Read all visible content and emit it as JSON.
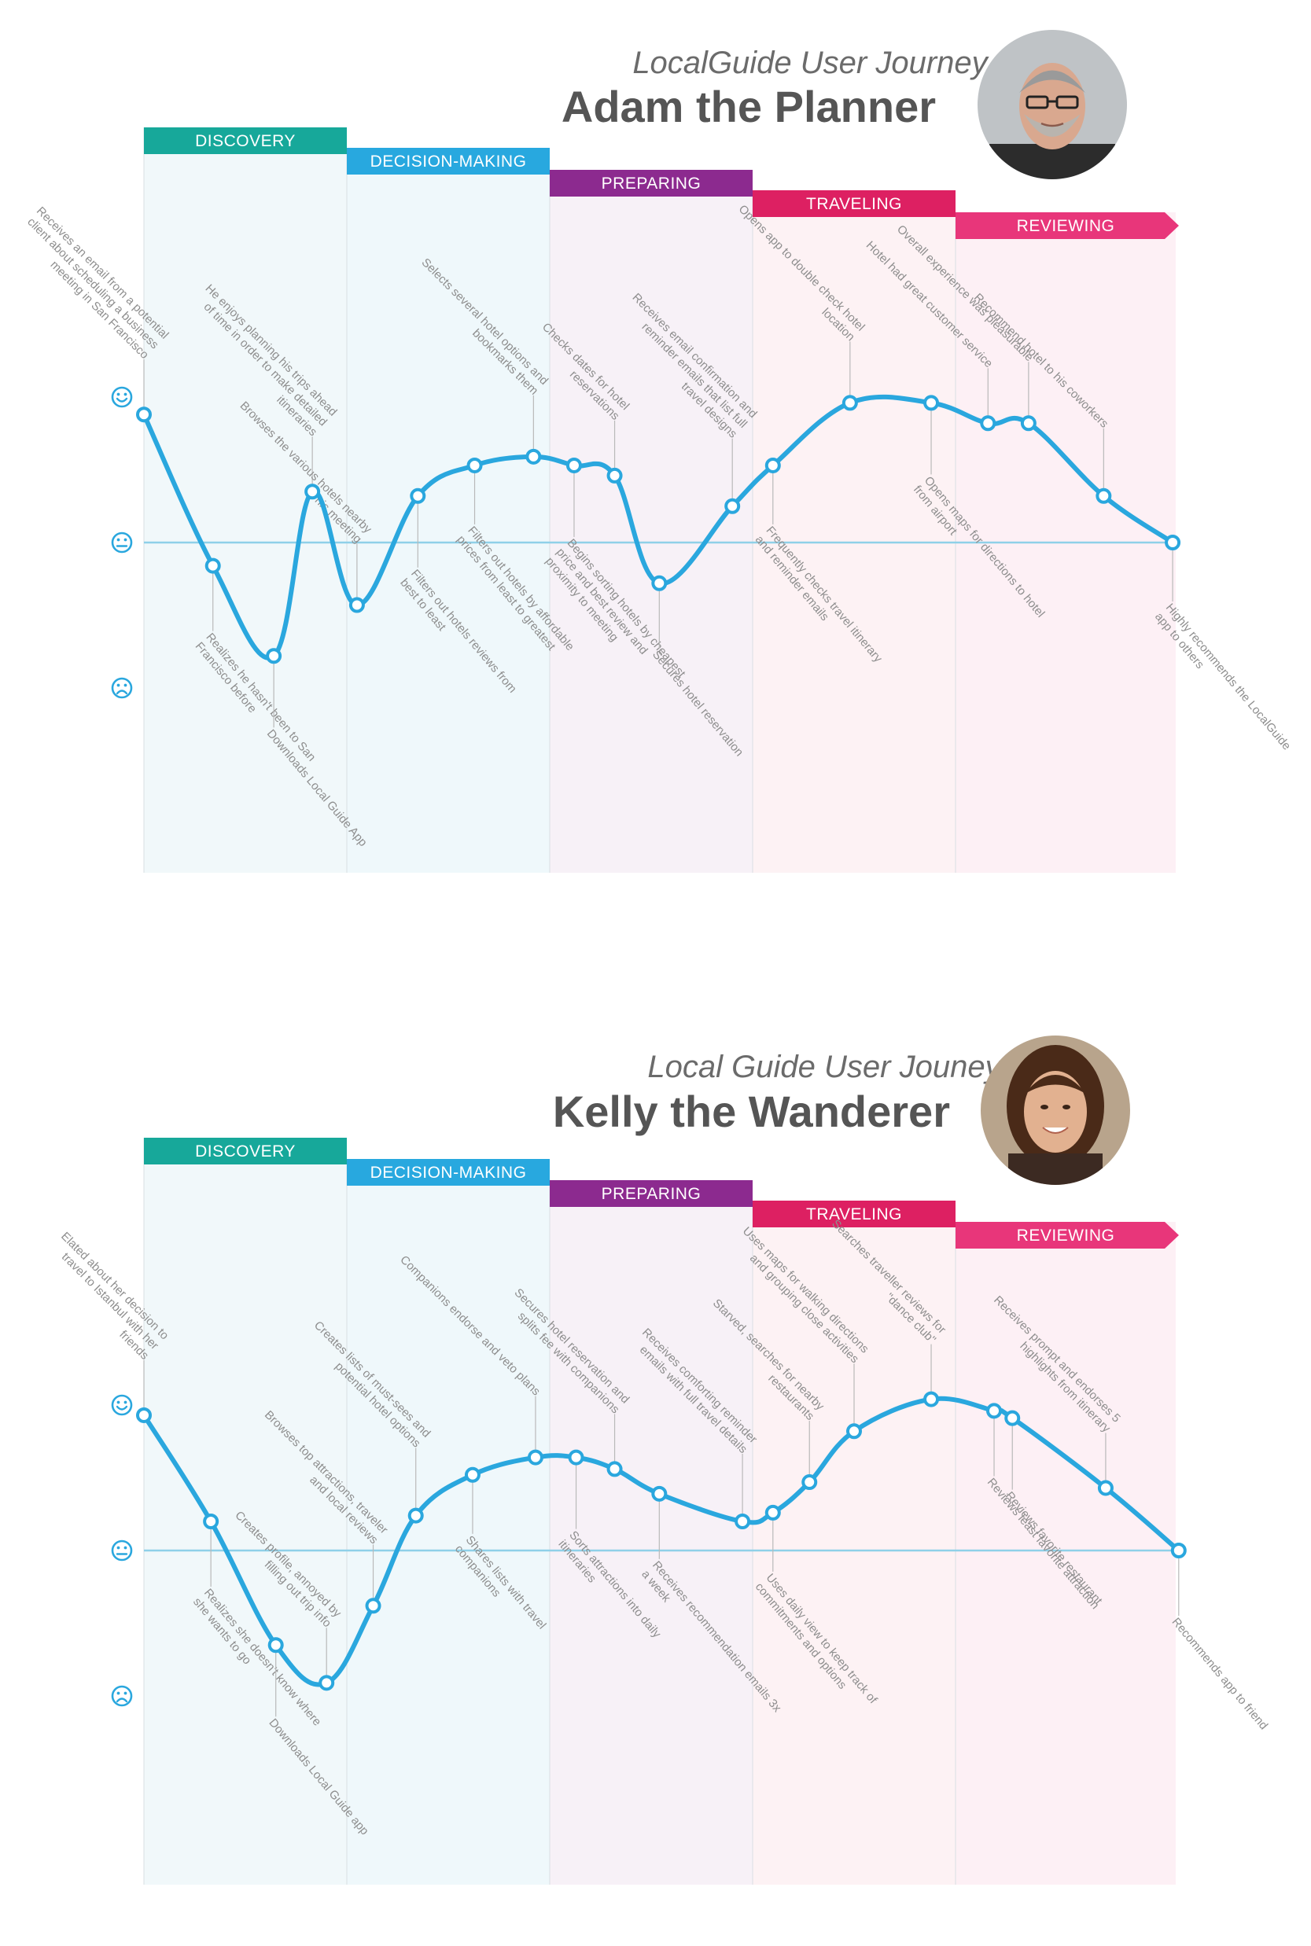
{
  "journeys": [
    {
      "id": "adam",
      "subtitle": "LocalGuide User Journey",
      "title": "Adam the Planner",
      "avatar": "male-avatar",
      "stages": [
        "DISCOVERY",
        "DECISION-MAKING",
        "PREPARING",
        "TRAVELING",
        "REVIEWING"
      ],
      "points": [
        {
          "x": 0.0,
          "mood": 0.88,
          "note": "Receives an email from a potential client about scheduling a business meeting in San Francisco",
          "side": "above"
        },
        {
          "x": 0.34,
          "mood": -0.16,
          "note": "Realizes he hasn't been to San Francisco before",
          "side": "below"
        },
        {
          "x": 0.64,
          "mood": -0.78,
          "note": "Downloads Local Guide App",
          "side": "below"
        },
        {
          "x": 0.83,
          "mood": 0.35,
          "note": "He enjoys planning his trips ahead of time in order to make detailed itineraries",
          "side": "above"
        },
        {
          "x": 1.05,
          "mood": -0.43,
          "note": "Browses the various hotels nearby his meeting",
          "side": "above"
        },
        {
          "x": 1.35,
          "mood": 0.32,
          "note": "Filters out hotels reviews from best to least",
          "side": "below"
        },
        {
          "x": 1.63,
          "mood": 0.53,
          "note": "Filters out hotels by affordable prices from least to greatest",
          "side": "below"
        },
        {
          "x": 1.92,
          "mood": 0.59,
          "note": "Selects several hotel options and bookmarks them",
          "side": "above"
        },
        {
          "x": 2.12,
          "mood": 0.53,
          "note": "Begins sorting hotels by cheapest price and best review and proximity to meeting",
          "side": "below"
        },
        {
          "x": 2.32,
          "mood": 0.46,
          "note": "Checks dates for hotel reservations",
          "side": "above"
        },
        {
          "x": 2.54,
          "mood": -0.28,
          "note": "Secures hotel reservation",
          "side": "below"
        },
        {
          "x": 2.9,
          "mood": 0.25,
          "note": "Receives email confirmation and reminder emails that list full travel designs",
          "side": "above"
        },
        {
          "x": 3.1,
          "mood": 0.53,
          "note": "Frequently checks travel itinerary and reminder emails",
          "side": "below"
        },
        {
          "x": 3.48,
          "mood": 0.96,
          "note": "Opens app to double check hotel location",
          "side": "above"
        },
        {
          "x": 3.88,
          "mood": 0.96,
          "note": "Opens maps for directions to hotel from airport",
          "side": "below"
        },
        {
          "x": 4.16,
          "mood": 0.82,
          "note": "Hotel had great customer service",
          "side": "above"
        },
        {
          "x": 4.36,
          "mood": 0.82,
          "note": "Overall experience was pleasurable",
          "side": "above"
        },
        {
          "x": 4.73,
          "mood": 0.32,
          "note": "Recommend hotel to his coworkers",
          "side": "above"
        },
        {
          "x": 5.07,
          "mood": 0.0,
          "note": "Highly recommends the LocalGuide app to others",
          "side": "below"
        }
      ]
    },
    {
      "id": "kelly",
      "subtitle": "Local Guide User Jouney",
      "title": "Kelly the Wanderer",
      "avatar": "female-avatar",
      "stages": [
        "DISCOVERY",
        "DECISION-MAKING",
        "PREPARING",
        "TRAVELING",
        "REVIEWING"
      ],
      "points": [
        {
          "x": 0.0,
          "mood": 0.93,
          "note": "Elated about her decision to travel to Istanbul with her friends",
          "side": "above"
        },
        {
          "x": 0.33,
          "mood": 0.2,
          "note": "Realizes she doesn't know where she wants to go",
          "side": "below"
        },
        {
          "x": 0.65,
          "mood": -0.65,
          "note": "Downloads Local Guide app",
          "side": "below"
        },
        {
          "x": 0.9,
          "mood": -0.91,
          "note": "Creates profile, annoyed by filling out trip info",
          "side": "above"
        },
        {
          "x": 1.13,
          "mood": -0.38,
          "note": "Browses top attractions, traveler and local reviews",
          "side": "above"
        },
        {
          "x": 1.34,
          "mood": 0.24,
          "note": "Creates lists of must-sees and potential hotel options",
          "side": "above"
        },
        {
          "x": 1.62,
          "mood": 0.52,
          "note": "Shares lists with travel companions",
          "side": "below"
        },
        {
          "x": 1.93,
          "mood": 0.64,
          "note": "Companions endorse and veto plans",
          "side": "above"
        },
        {
          "x": 2.13,
          "mood": 0.64,
          "note": "Sorts attractions into daily itineraries",
          "side": "below"
        },
        {
          "x": 2.32,
          "mood": 0.56,
          "note": "Secures hotel reservation and splits fee with companions",
          "side": "above"
        },
        {
          "x": 2.54,
          "mood": 0.39,
          "note": "Receives recommendation emails 3x a week",
          "side": "below"
        },
        {
          "x": 2.95,
          "mood": 0.2,
          "note": "Receives comforting reminder emails with full travel details",
          "side": "above"
        },
        {
          "x": 3.1,
          "mood": 0.26,
          "note": "Uses daily view to keep track of commitments and options",
          "side": "below"
        },
        {
          "x": 3.28,
          "mood": 0.47,
          "note": "Starved, searches for nearby restaurants",
          "side": "above"
        },
        {
          "x": 3.5,
          "mood": 0.82,
          "note": "Uses maps for walking directions and grouping close activities",
          "side": "above"
        },
        {
          "x": 3.88,
          "mood": 1.04,
          "note": "Searches traveller reviews for \"dance club\"",
          "side": "above"
        },
        {
          "x": 4.19,
          "mood": 0.96,
          "note": "Reviews least favorite attraction",
          "side": "below"
        },
        {
          "x": 4.28,
          "mood": 0.91,
          "note": "Reviews favorite restaurant",
          "side": "below"
        },
        {
          "x": 4.74,
          "mood": 0.43,
          "note": "Receives prompt and endorses 5 highlights from itinerary",
          "side": "above"
        },
        {
          "x": 5.1,
          "mood": 0.0,
          "note": "Recommends app to friend",
          "side": "below"
        }
      ]
    }
  ],
  "colors": {
    "curve": "#2aa7de",
    "baseline": "#8fd0e8",
    "face_icon": "#2aa7de",
    "stage_discovery": "#17a89a",
    "stage_decision": "#28a8df",
    "stage_preparing": "#8c2a8f",
    "stage_traveling": "#dd2062",
    "stage_reviewing": "#e8367a",
    "note_text": "#8e8e8e"
  },
  "icons": [
    "happy-face-icon",
    "neutral-face-icon",
    "sad-face-icon"
  ]
}
